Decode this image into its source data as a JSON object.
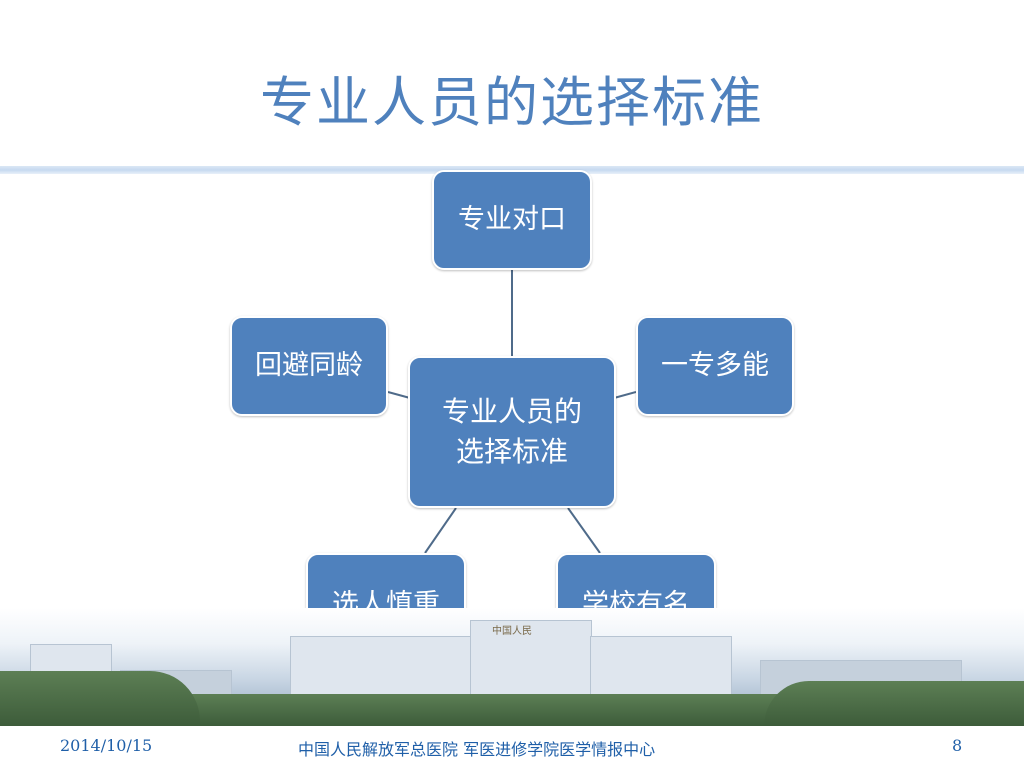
{
  "title": "专业人员的选择标准",
  "diagram": {
    "center": {
      "line1": "专业人员的",
      "line2": "选择标准"
    },
    "nodes": {
      "top": "专业对口",
      "left": "回避同龄",
      "right": "一专多能",
      "bottom_left": "选人慎重",
      "bottom_right": "学校有名"
    }
  },
  "photo": {
    "sign_text": "中国人民"
  },
  "footer": {
    "date": "2014/10/15",
    "organization": "中国人民解放军总医院  军医进修学院医学情报中心",
    "page_number": "8"
  },
  "colors": {
    "title": "#4f81bd",
    "node_fill": "#4f81bd",
    "footer_text": "#1f5fa8",
    "connector": "#4f6b8a"
  }
}
